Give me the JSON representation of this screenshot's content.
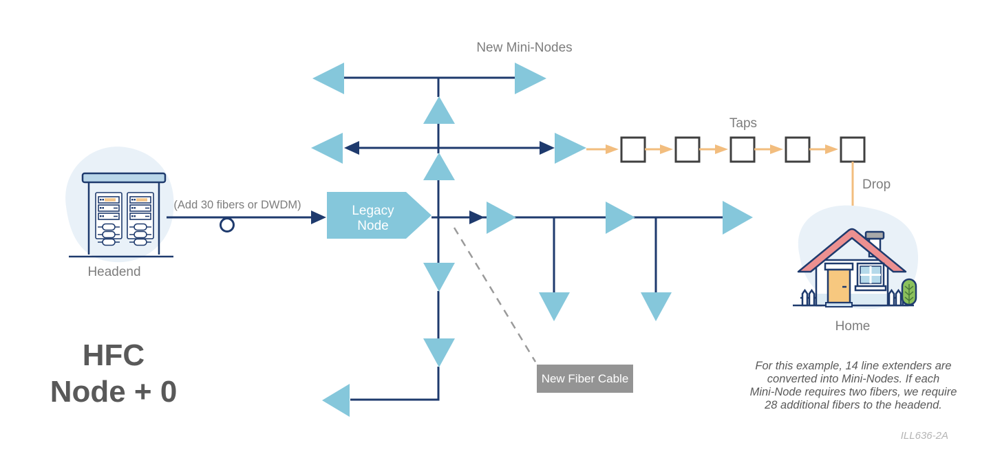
{
  "diagram_title": {
    "line1": "HFC",
    "line2": "Node + 0"
  },
  "labels": {
    "new_mini_nodes": "New Mini-Nodes",
    "taps": "Taps",
    "drop": "Drop",
    "headend": "Headend",
    "home": "Home",
    "add_fibers_note": "(Add 30 fibers or DWDM)",
    "legacy_node_line1": "Legacy",
    "legacy_node_line2": "Node",
    "new_fiber_cable": "New Fiber Cable"
  },
  "note": {
    "line1": "For this example, 14 line extenders are",
    "line2": "converted into Mini-Nodes. If each",
    "line3": "Mini-Node requires two fibers, we require",
    "line4": "28 additional fibers to the headend."
  },
  "figure_id": "ILL636-2A",
  "structure": {
    "mini_node_triangle_count": 14,
    "tap_count": 5,
    "flow": "Headend → (Add 30 fibers or DWDM) → Legacy Node → Mini-Nodes → Taps → Drop → Home"
  },
  "colors": {
    "navy_line": "#1e3a6d",
    "mini_node_cyan": "#85c7db",
    "tap_arrow_yellow": "#f2bd7e",
    "label_gray": "#7d7d7d",
    "title_gray": "#595959",
    "callout_box_gray": "#949494",
    "roof_red": "#ec9090",
    "door_orange": "#f7c87f",
    "blob_blue": "#e9f1f8"
  }
}
